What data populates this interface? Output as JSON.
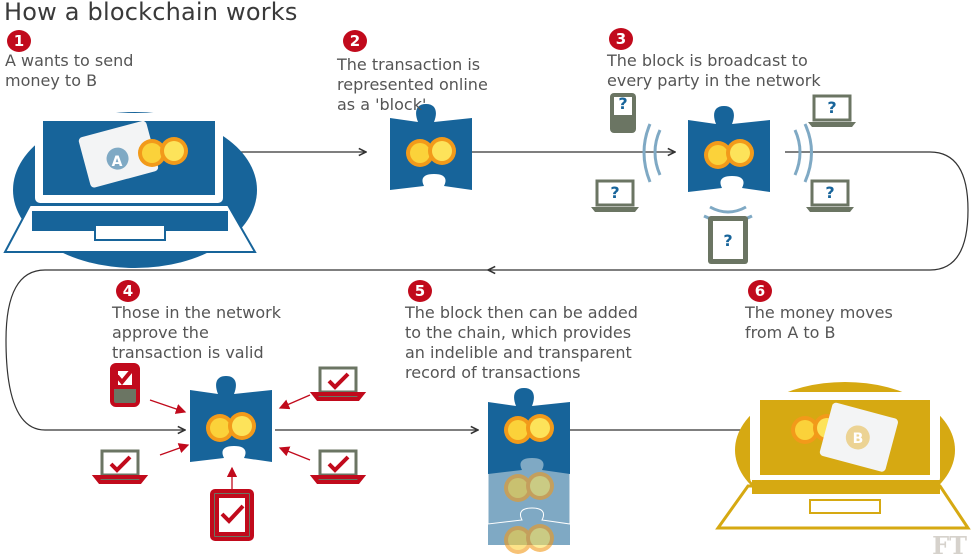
{
  "title": "How a blockchain works",
  "steps": [
    {
      "number": "1",
      "text": "A wants to send\nmoney to B"
    },
    {
      "number": "2",
      "text": "The transaction is\nrepresented online\nas a 'block'"
    },
    {
      "number": "3",
      "text": "The block is broadcast to\nevery party in the network"
    },
    {
      "number": "4",
      "text": "Those in the network\napprove the\ntransaction is valid"
    },
    {
      "number": "5",
      "text": "The block then can be added\nto the chain, which provides\nan indelible and transparent\nrecord of transactions"
    },
    {
      "number": "6",
      "text": "The money moves\nfrom A to B"
    }
  ],
  "wallet_a_label": "A",
  "wallet_b_label": "B",
  "device_question_mark": "?",
  "logo": "FT",
  "colors": {
    "blue": "#17649a",
    "light_blue": "#7fa9c4",
    "red": "#c10a1c",
    "gold": "#d6a912",
    "device": "#6b7563",
    "coin": "#f7c21e"
  }
}
